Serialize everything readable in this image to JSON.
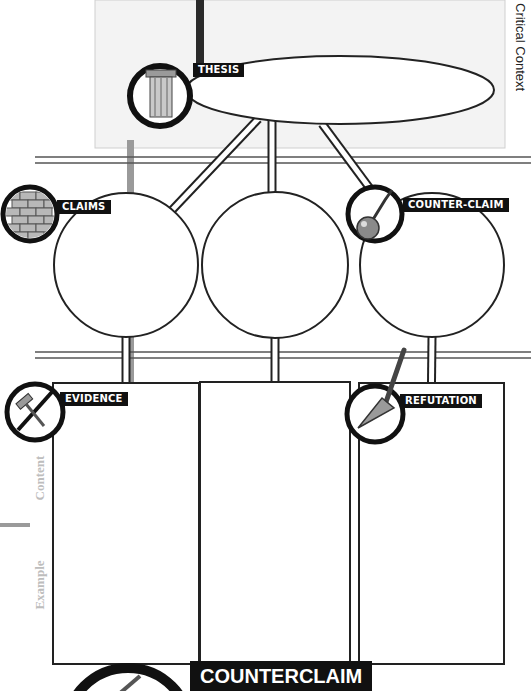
{
  "diagram": {
    "nodes": [
      {
        "text": [
          "THESIS"
        ]
      },
      {
        "text": [
          "CLAIMS"
        ]
      },
      {
        "text": [
          "COUNTER-CLAIM"
        ]
      },
      {
        "text": [
          "EVIDENCE"
        ]
      },
      {
        "text": [
          "REFUTATION"
        ]
      }
    ],
    "edges": [
      {
        "from": 0,
        "to": 1,
        "arrow": "none"
      },
      {
        "from": 0,
        "to": 2,
        "arrow": "none"
      },
      {
        "from": 1,
        "to": 3,
        "arrow": "none"
      },
      {
        "from": 2,
        "to": 4,
        "arrow": "none"
      }
    ],
    "labels": [
      "Critical Context",
      "Content",
      "Example",
      "COUNTERCLAIM"
    ]
  }
}
